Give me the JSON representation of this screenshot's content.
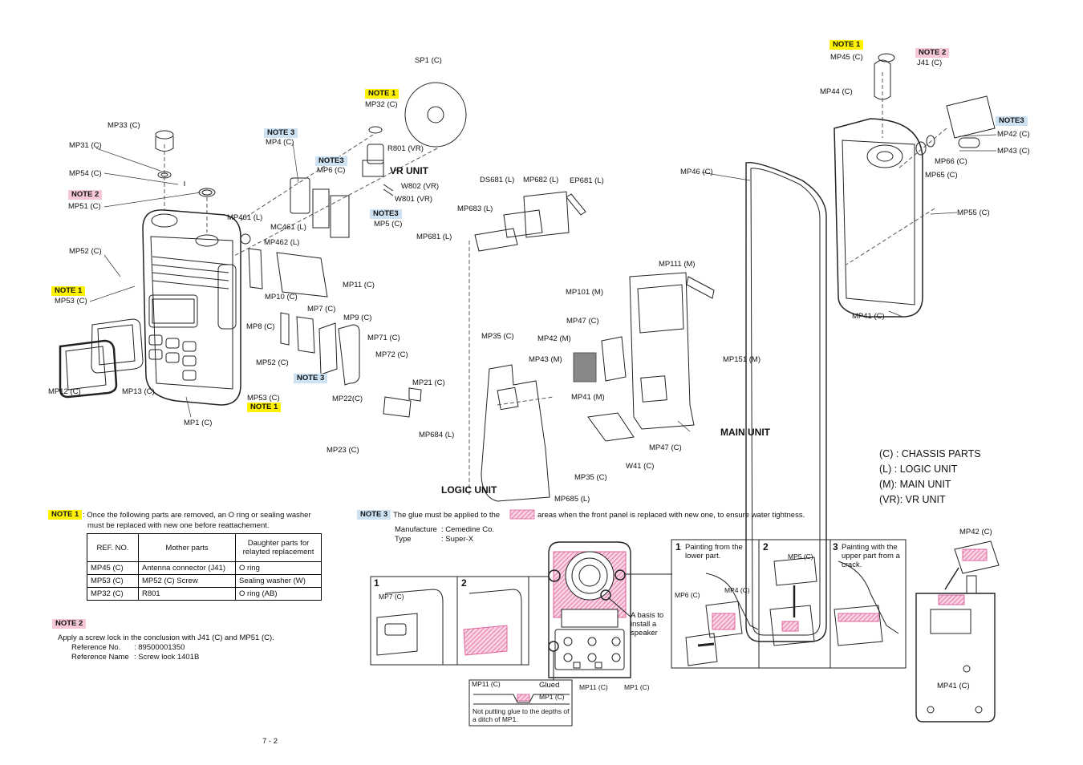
{
  "labels": {
    "sp1": "SP1 (C)",
    "mp32": "MP32 (C)",
    "r801": "R801 (VR)",
    "w802": "W802 (VR)",
    "w801": "W801 (VR)",
    "mp33": "MP33 (C)",
    "mp31": "MP31 (C)",
    "mp54": "MP54 (C)",
    "mp51": "MP51 (C)",
    "mp52a": "MP52 (C)",
    "mp53a": "MP53 (C)",
    "mp12": "MP12 (C)",
    "mp13": "MP13 (C)",
    "mp1": "MP1 (C)",
    "mp4": "MP4 (C)",
    "mp6": "MP6 (C)",
    "mp5": "MP5 (C)",
    "mp461": "MP461 (L)",
    "mc461": "MC461 (L)",
    "mp462": "MP462 (L)",
    "mp11": "MP11 (C)",
    "mp10": "MP10 (C)",
    "mp7": "MP7 (C)",
    "mp9": "MP9 (C)",
    "mp8": "MP8 (C)",
    "mp71": "MP71 (C)",
    "mp72": "MP72 (C)",
    "mp52b": "MP52 (C)",
    "mp53b": "MP53 (C)",
    "mp22": "MP22(C)",
    "mp21": "MP21 (C)",
    "mp23": "MP23 (C)",
    "ds681": "DS681 (L)",
    "mp682": "MP682 (L)",
    "ep681": "EP681 (L)",
    "mp683": "MP683 (L)",
    "mp681": "MP681 (L)",
    "mp35a": "MP35 (C)",
    "mp684": "MP684 (L)",
    "mp35b": "MP35 (C)",
    "mp685": "MP685 (L)",
    "mp111": "MP111 (M)",
    "mp101": "MP101 (M)",
    "mp47a": "MP47 (C)",
    "mp42m": "MP42 (M)",
    "mp43m": "MP43 (M)",
    "mp151": "MP151 (M)",
    "mp41m": "MP41 (M)",
    "mp47b": "MP47 (C)",
    "w41": "W41 (C)",
    "mp46": "MP46 (C)",
    "mp45": "MP45 (C)",
    "j41": "J41 (C)",
    "mp44": "MP44 (C)",
    "mp42c": "MP42 (C)",
    "mp43c": "MP43 (C)",
    "mp66": "MP66 (C)",
    "mp65": "MP65 (C)",
    "mp55": "MP55 (C)",
    "mp41c": "MP41 (C)"
  },
  "tags": {
    "note1": "NOTE 1",
    "note2": "NOTE 2",
    "note3": "NOTE 3",
    "note3b": "NOTE3"
  },
  "units": {
    "vr": "VR UNIT",
    "main": "MAIN UNIT",
    "logic": "LOGIC UNIT"
  },
  "legend": [
    "(C) : CHASSIS PARTS",
    "(L) : LOGIC UNIT",
    "(M): MAIN UNIT",
    "(VR): VR UNIT"
  ],
  "note1_text": {
    "line1": ": Once the following parts are removed, an O ring or sealing washer",
    "line2": "must be replaced with new one before reattachement."
  },
  "parts_table": {
    "headers": [
      "REF. NO.",
      "Mother parts",
      "Daughter parts for relayted replacement"
    ],
    "rows": [
      [
        "MP45 (C)",
        "Antenna connector (J41)",
        "O ring"
      ],
      [
        "MP53 (C)",
        "MP52 (C) Screw",
        "Sealing washer (W)"
      ],
      [
        "MP32 (C)",
        "R801",
        "O ring (AB)"
      ]
    ]
  },
  "note2_text": {
    "line1": "Apply a screw lock in the conclusion with J41 (C) and MP51 (C).",
    "ref_no_label": "Reference No.",
    "ref_no_value": ": 89500001350",
    "ref_name_label": "Reference Name",
    "ref_name_value": ": Screw lock 1401B"
  },
  "note3_text": {
    "before": "The glue must be applied to the",
    "after": "areas when the front panel is replaced with new one, to ensure water tightness.",
    "manufacture_label": "Manufacture",
    "manufacture_value": ": Cemedine Co.",
    "type_label": "Type",
    "type_value": ": Super-X"
  },
  "detail": {
    "step1": "1",
    "step2": "2",
    "step3": "3",
    "mp7": "MP7 (C)",
    "basis": "A basis to install a speaker",
    "mp11": "MP11 (C)",
    "mp1": "MP1 (C)",
    "glued": "Glued",
    "not_putting": "Not putting glue to the depths of a ditch of MP1.",
    "painting_lower": "Painting from the lower part.",
    "painting_upper": "Painting with the upper part from a crack.",
    "mp6": "MP6 (C)",
    "mp4": "MP4 (C)",
    "mp5": "MP5 (C)",
    "mp42": "MP42 (C)",
    "mp41": "MP41 (C)"
  },
  "page_number": "7 - 2",
  "colors": {
    "yellow": "#fff200",
    "pink": "#f6c7d6",
    "blue": "#cde3f4",
    "glue": "#e0649b"
  }
}
